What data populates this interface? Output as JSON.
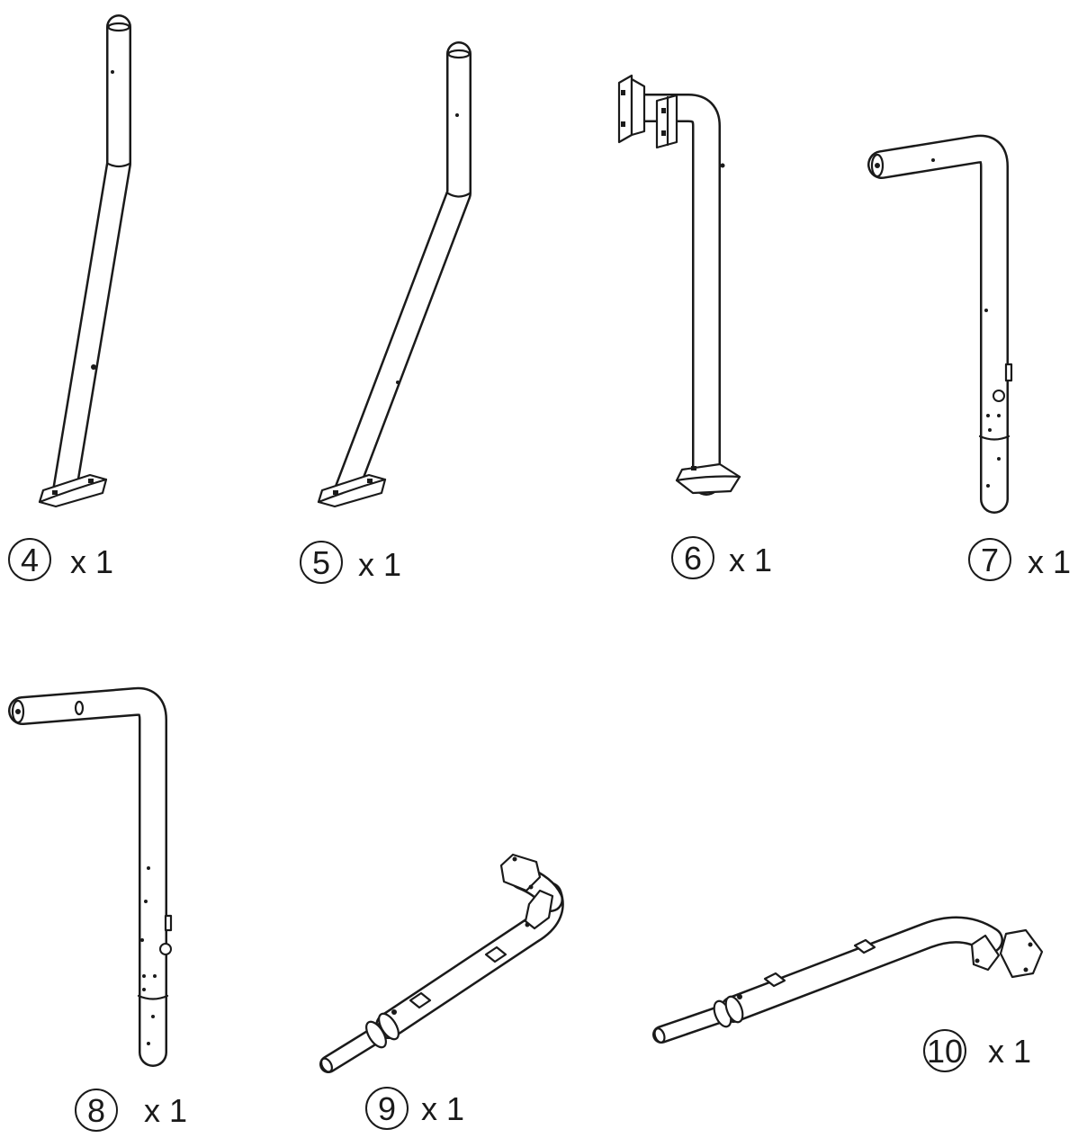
{
  "parts": [
    {
      "id": "4",
      "qty": "x 1"
    },
    {
      "id": "5",
      "qty": "x 1"
    },
    {
      "id": "6",
      "qty": "x 1"
    },
    {
      "id": "7",
      "qty": "x 1"
    },
    {
      "id": "8",
      "qty": "x 1"
    },
    {
      "id": "9",
      "qty": "x 1"
    },
    {
      "id": "10",
      "qty": "x 1"
    }
  ],
  "colors": {
    "line": "#1a1a1a",
    "background": "#ffffff"
  }
}
